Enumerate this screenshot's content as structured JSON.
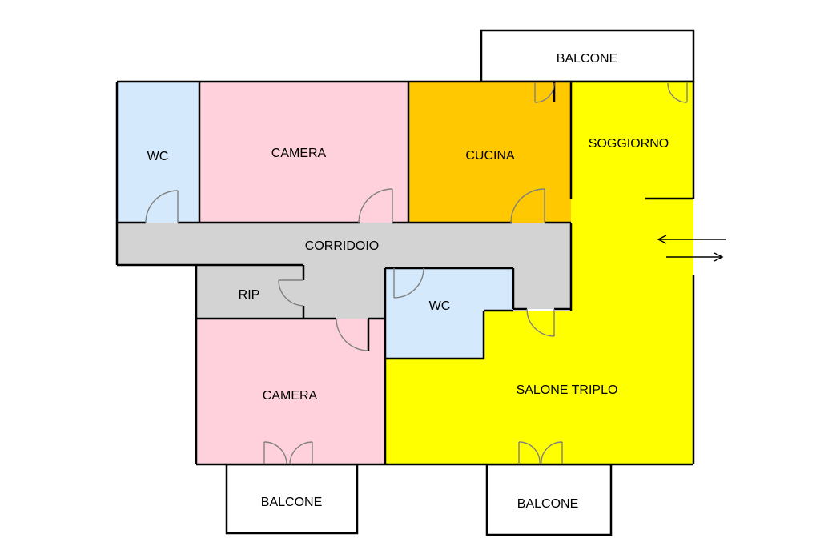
{
  "colors": {
    "wc": "#d4e9fb",
    "camera": "#ffd1dc",
    "cucina": "#ffc800",
    "living": "#ffff00",
    "corridor": "#d3d3d3",
    "balcony": "#b87800",
    "wall": "#000000",
    "door": "#808080"
  },
  "rooms": {
    "wc_top": "WC",
    "camera_top": "CAMERA",
    "cucina": "CUCINA",
    "soggiorno": "SOGGIORNO",
    "corridoio": "CORRIDOIO",
    "rip": "RIP",
    "wc_mid": "WC",
    "camera_bottom": "CAMERA",
    "salone": "SALONE TRIPLO",
    "balcone_top": "BALCONE",
    "balcone_bottom_left": "BALCONE",
    "balcone_bottom_right": "BALCONE"
  }
}
